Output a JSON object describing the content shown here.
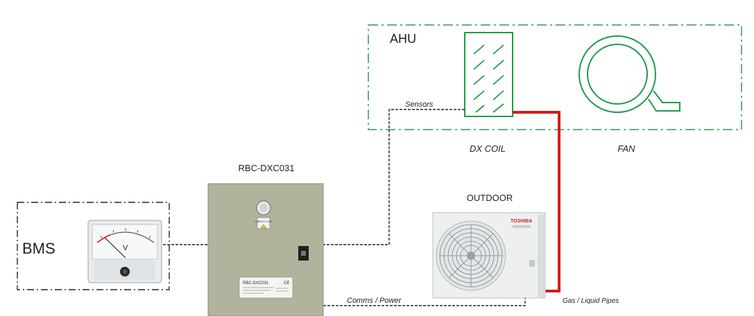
{
  "labels": {
    "ahu": "AHU",
    "bms": "BMS",
    "controller": "RBC-DXC031",
    "outdoor": "OUTDOOR",
    "dx_coil": "DX COIL",
    "fan": "FAN",
    "sensors": "Sensors",
    "comms_power": "Comms / Power",
    "gas_liquid_pipes": "Gas / Liquid Pipes"
  },
  "device_text": {
    "controller_plate": "RBC-DXC031",
    "controller_ce": "CE",
    "controller_warning": "ENERGY LIVE",
    "outdoor_brand": "TOSHIBA",
    "meter_unit": "V"
  },
  "colors": {
    "ahu_border": "#2e9a4a",
    "coil_fan": "#1e9c47",
    "pipe": "#d61a1a",
    "cable": "#222222"
  },
  "icons": [
    "voltmeter-icon",
    "control-panel-icon",
    "outdoor-unit-icon",
    "dx-coil-icon",
    "fan-icon"
  ]
}
